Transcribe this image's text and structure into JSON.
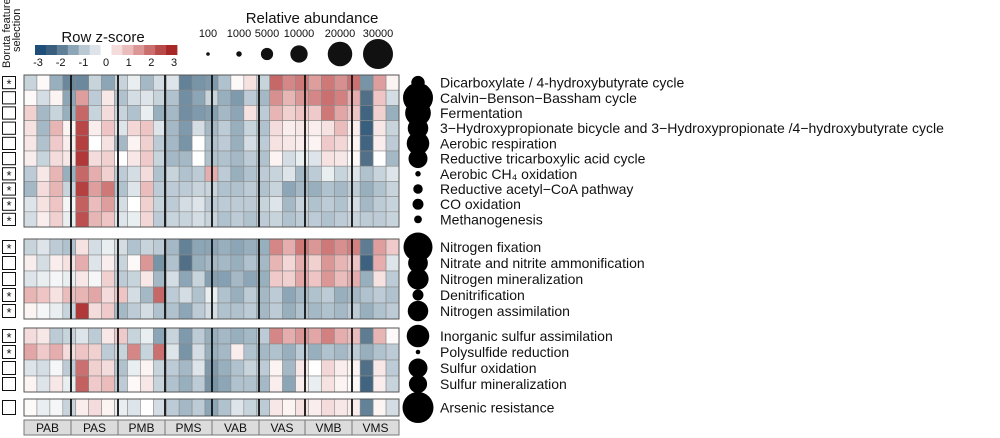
{
  "chart_data": {
    "type": "heatmap",
    "selection_label_line1": "Boruta feature",
    "selection_label_line2": "selection",
    "zscore_legend": {
      "title": "Row z-score",
      "ticks": [
        "-3",
        "-2",
        "-1",
        "0",
        "1",
        "2",
        "3"
      ],
      "colors": [
        "#1f4e79",
        "#3a5f7e",
        "#5f7f97",
        "#8ca6b7",
        "#b9c8d2",
        "#dde3e8",
        "#ffffff",
        "#f5dcdc",
        "#ebbcbc",
        "#db9696",
        "#ca6e6e",
        "#b94a4a",
        "#a82828"
      ]
    },
    "size_legend": {
      "title": "Relative abundance",
      "labels": [
        "100",
        "1000",
        "5000",
        "10000",
        "20000",
        "30000"
      ],
      "values": [
        100,
        1000,
        5000,
        10000,
        20000,
        30000
      ]
    },
    "groups": [
      "PAB",
      "PAS",
      "PMB",
      "PMS",
      "VAB",
      "VAS",
      "VMB",
      "VMS"
    ],
    "rows": [
      {
        "label": "Dicarboxylate / 4-hydroxybutyrate cycle",
        "selected": true,
        "abundance": 6000,
        "z": [
          -0.5,
          0.1,
          -0.9,
          -1.5,
          -1.5,
          -0.5,
          -1.0,
          -0.5,
          -0.2,
          -0.8,
          -0.4,
          -0.3,
          -1.6,
          -1.3,
          -1.2,
          -0.7,
          0.1,
          0.5,
          -0.5,
          2.2,
          1.8,
          2.0,
          1.5,
          2.0,
          1.7,
          2.1,
          -1.3,
          1.5,
          0.2
        ]
      },
      {
        "label": "Calvin−Benson−Bassham cycle",
        "selected": false,
        "abundance": 30000,
        "z": [
          0.1,
          -0.4,
          0.2,
          -1.0,
          1.5,
          -0.6,
          0.4,
          -0.7,
          -0.4,
          -0.3,
          -0.5,
          -0.7,
          -1.4,
          -1.0,
          -0.5,
          -0.9,
          -1.2,
          -0.6,
          -0.8,
          1.7,
          1.2,
          1.6,
          1.8,
          2.1,
          1.9,
          1.3,
          -1.9,
          1.0,
          -0.4
        ]
      },
      {
        "label": "Fermentation",
        "selected": false,
        "abundance": 22000,
        "z": [
          0.8,
          -0.8,
          -0.5,
          -0.9,
          2.2,
          -0.5,
          0.6,
          -0.5,
          -0.7,
          -0.2,
          -0.9,
          -0.8,
          -1.4,
          -1.2,
          -1.1,
          -0.8,
          -1.0,
          0.5,
          -0.6,
          1.2,
          0.8,
          1.0,
          0.9,
          2.0,
          1.4,
          1.0,
          -2.2,
          0.8,
          -0.9
        ]
      },
      {
        "label": "3−Hydroxypropionate bicycle and 3−Hydroxypropionate /4−hydroxybutyrate cycle",
        "selected": false,
        "abundance": 14000,
        "z": [
          0.5,
          -0.8,
          1.2,
          0.2,
          2.6,
          0.3,
          1.0,
          -0.3,
          0.7,
          1.0,
          -0.3,
          -0.8,
          -1.2,
          -0.4,
          -0.8,
          -0.6,
          -0.9,
          -0.5,
          -0.7,
          0.6,
          0.3,
          0.4,
          0.3,
          0.5,
          1.1,
          0.3,
          -2.4,
          0.4,
          -0.5
        ]
      },
      {
        "label": "Aerobic respiration",
        "selected": false,
        "abundance": 17000,
        "z": [
          0.4,
          -0.7,
          0.9,
          0.3,
          2.7,
          0.0,
          0.5,
          -0.8,
          0.2,
          0.8,
          -0.6,
          -0.8,
          -1.3,
          0.0,
          -0.7,
          -0.6,
          -0.9,
          -0.4,
          -0.6,
          0.5,
          0.4,
          0.3,
          0.2,
          0.9,
          0.7,
          0.2,
          -2.2,
          0.3,
          -0.6
        ]
      },
      {
        "label": "Reductive tricarboxylic acid cycle",
        "selected": false,
        "abundance": 12000,
        "z": [
          0.3,
          -0.5,
          0.6,
          0.4,
          2.8,
          0.6,
          0.8,
          0.0,
          0.4,
          0.9,
          -0.5,
          -0.8,
          -0.8,
          0.0,
          -0.7,
          -0.7,
          -0.8,
          -0.6,
          -0.7,
          0.2,
          -0.4,
          -0.2,
          -0.3,
          0.5,
          0.4,
          0.1,
          -1.9,
          0.0,
          -0.8
        ]
      },
      {
        "label": "Aerobic CH₄ oxidation",
        "selected": true,
        "abundance": 1000,
        "z": [
          -0.6,
          0.4,
          1.2,
          -0.9,
          2.2,
          1.3,
          0.8,
          -0.6,
          -0.4,
          0.6,
          -0.7,
          -0.5,
          -0.7,
          -0.6,
          1.3,
          -0.6,
          -0.9,
          -0.7,
          -0.6,
          -0.5,
          -0.3,
          -0.8,
          -0.6,
          -0.2,
          -0.5,
          -0.3,
          -0.7,
          -0.5,
          -0.3
        ]
      },
      {
        "label": "Reductive acetyl−CoA pathway",
        "selected": true,
        "abundance": 3000,
        "z": [
          -0.8,
          0.6,
          1.2,
          -0.5,
          2.7,
          1.5,
          2.0,
          -0.7,
          -0.3,
          1.1,
          -0.6,
          -0.6,
          -0.6,
          -0.5,
          -0.5,
          -0.7,
          -0.7,
          -0.6,
          -0.7,
          -0.5,
          -1.0,
          -0.8,
          -0.9,
          -0.7,
          -0.8,
          -0.6,
          -0.9,
          -0.7,
          -0.5
        ]
      },
      {
        "label": "CO oxidation",
        "selected": true,
        "abundance": 4000,
        "z": [
          -0.3,
          0.5,
          1.0,
          -0.1,
          2.3,
          1.1,
          1.5,
          -0.4,
          0.0,
          0.8,
          -0.5,
          -0.6,
          -0.4,
          -0.3,
          -0.6,
          -0.6,
          -0.6,
          -0.6,
          -0.5,
          -0.3,
          -0.8,
          -0.5,
          -0.7,
          -0.6,
          -0.7,
          -0.4,
          -0.8,
          -0.6,
          -0.5
        ]
      },
      {
        "label": "Methanogenesis",
        "selected": true,
        "abundance": 2000,
        "z": [
          -0.4,
          0.3,
          0.8,
          -0.2,
          2.5,
          1.2,
          1.0,
          -0.3,
          -0.2,
          0.7,
          -0.6,
          -0.5,
          -0.5,
          -0.4,
          -0.5,
          -0.7,
          -0.6,
          -0.7,
          -0.6,
          -0.5,
          -0.7,
          -0.6,
          -0.6,
          -0.7,
          -0.6,
          -0.5,
          -0.6,
          -0.6,
          -0.5
        ]
      },
      {
        "label": "Nitrogen fixation",
        "selected": true,
        "abundance": 28000,
        "z": [
          -0.5,
          -0.3,
          -0.6,
          -0.7,
          0.5,
          -0.4,
          -0.2,
          -0.4,
          -0.7,
          -0.5,
          -0.6,
          -0.8,
          -1.6,
          -1.0,
          -1.0,
          -0.9,
          -1.0,
          -0.9,
          -0.9,
          1.8,
          1.3,
          2.0,
          1.6,
          2.0,
          1.7,
          1.9,
          -1.7,
          1.5,
          0.9
        ]
      },
      {
        "label": "Nitrate and nitrite ammonification",
        "selected": false,
        "abundance": 13000,
        "z": [
          0.3,
          -0.4,
          0.3,
          0.5,
          1.3,
          -0.3,
          0.3,
          -0.5,
          0.1,
          1.6,
          -1.3,
          -0.7,
          -1.9,
          -0.9,
          -0.8,
          -0.8,
          -0.9,
          -0.7,
          -0.8,
          1.2,
          0.7,
          1.3,
          0.8,
          1.6,
          1.2,
          1.0,
          -2.3,
          1.3,
          -0.3
        ]
      },
      {
        "label": "Nitrogen mineralization",
        "selected": false,
        "abundance": 15000,
        "z": [
          -0.3,
          -0.2,
          -0.1,
          -0.2,
          0.4,
          -0.1,
          0.8,
          -0.6,
          -0.5,
          0.4,
          -0.8,
          -0.4,
          -1.0,
          -0.5,
          -1.1,
          -1.1,
          -0.8,
          -1.0,
          -0.9,
          0.9,
          0.8,
          1.4,
          1.0,
          1.6,
          1.1,
          1.3,
          -0.9,
          0.5,
          -0.6
        ]
      },
      {
        "label": "Denitrification",
        "selected": true,
        "abundance": 4000,
        "z": [
          1.2,
          1.0,
          0.5,
          1.1,
          1.2,
          1.4,
          0.6,
          1.0,
          -0.4,
          -0.8,
          2.2,
          -0.6,
          -0.4,
          -0.7,
          -0.2,
          -0.7,
          -0.9,
          -0.6,
          -0.8,
          -0.6,
          -1.0,
          -0.8,
          -0.7,
          -0.6,
          -0.9,
          -0.8,
          -0.7,
          -0.6,
          -0.7
        ]
      },
      {
        "label": "Nitrogen assimilation",
        "selected": true,
        "abundance": 14000,
        "z": [
          0.2,
          -0.1,
          -0.2,
          -0.5,
          2.8,
          0.6,
          0.9,
          -0.8,
          -0.6,
          -0.4,
          -0.7,
          -0.7,
          -1.0,
          -0.6,
          -0.4,
          -0.7,
          -0.7,
          -0.6,
          -0.8,
          -0.6,
          -0.9,
          -0.7,
          -0.8,
          -0.7,
          -0.8,
          -0.6,
          -0.9,
          -0.7,
          -0.6
        ]
      },
      {
        "label": "Inorganic sulfur assimilation",
        "selected": true,
        "abundance": 17000,
        "z": [
          0.6,
          0.4,
          -0.6,
          -0.5,
          -0.3,
          -0.6,
          0.4,
          0.9,
          -0.5,
          -0.2,
          -1.0,
          -0.5,
          -1.2,
          -0.6,
          -0.9,
          -0.8,
          -0.9,
          -0.8,
          -0.6,
          1.8,
          1.3,
          1.6,
          1.4,
          1.9,
          1.3,
          1.1,
          -1.7,
          1.2,
          0.1
        ]
      },
      {
        "label": "Polysulfide reduction",
        "selected": true,
        "abundance": 700,
        "z": [
          1.4,
          0.9,
          1.3,
          0.6,
          1.0,
          0.8,
          -0.6,
          -0.5,
          1.8,
          -0.5,
          2.1,
          -0.3,
          -1.3,
          -0.4,
          -0.9,
          -0.8,
          0.3,
          -0.7,
          -0.8,
          -0.7,
          -0.9,
          -0.6,
          -0.9,
          -0.7,
          -0.8,
          -0.6,
          -0.9,
          -0.7,
          -0.6
        ]
      },
      {
        "label": "Sulfur oxidation",
        "selected": false,
        "abundance": 12000,
        "z": [
          -0.3,
          -0.4,
          -0.1,
          -0.6,
          2.1,
          0.8,
          0.6,
          -0.7,
          -0.2,
          0.2,
          -0.5,
          -0.6,
          -0.8,
          -0.3,
          -1.2,
          -0.9,
          -0.7,
          -0.5,
          -0.6,
          0.2,
          -0.8,
          0.4,
          0.0,
          0.7,
          0.3,
          0.2,
          -1.9,
          0.4,
          -0.6
        ]
      },
      {
        "label": "Sulfur mineralization",
        "selected": false,
        "abundance": 11000,
        "z": [
          0.2,
          -0.3,
          0.4,
          -0.2,
          2.3,
          0.9,
          1.1,
          -0.6,
          0.1,
          0.4,
          -0.5,
          -0.7,
          -0.9,
          -0.6,
          -1.3,
          -1.0,
          -0.7,
          -0.7,
          -0.8,
          0.3,
          -1.0,
          0.3,
          -0.2,
          0.5,
          0.2,
          0.1,
          -2.2,
          0.3,
          -0.5
        ]
      },
      {
        "label": "Arsenic resistance",
        "selected": false,
        "abundance": 32000,
        "z": [
          0.1,
          -0.2,
          -0.1,
          -0.5,
          0.3,
          0.6,
          0.2,
          -0.2,
          -0.3,
          0.0,
          -0.4,
          -0.6,
          -0.8,
          -0.6,
          -1.0,
          -0.7,
          -0.3,
          -0.5,
          -0.6,
          0.4,
          0.2,
          0.5,
          0.3,
          0.6,
          0.4,
          0.3,
          -1.6,
          0.2,
          -0.4
        ]
      }
    ]
  }
}
